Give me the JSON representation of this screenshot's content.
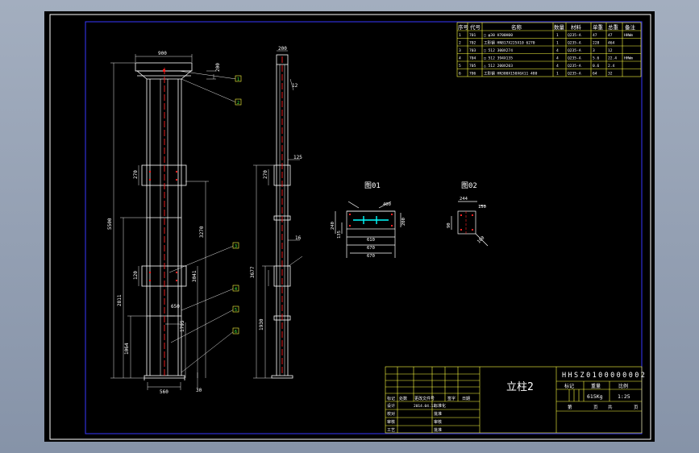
{
  "colors": {
    "bg": "#a3aebf",
    "sheet": "#000000",
    "frame_outer": "#ffffff",
    "frame_inner": "#3838ff",
    "line": "#ffffff",
    "yellow": "#ffff40",
    "cyan": "#00ffff",
    "red": "#ff2020",
    "green": "#40ff40",
    "dim_text": "#ffffff"
  },
  "bom": {
    "headers": [
      "序号",
      "代号",
      "名称",
      "数量",
      "材料",
      "单重",
      "总重",
      "备注"
    ],
    "rows": [
      [
        "1",
        "701",
        "□ φ30 H700H00",
        "1",
        "Q235-A",
        "47",
        "47",
        "HHWm"
      ],
      [
        "2",
        "702",
        "工形钢 HN817X225X10 6270",
        "1",
        "Q235-A",
        "228",
        "464",
        ""
      ],
      [
        "3",
        "703",
        "□ 512 300X274",
        "4",
        "Q235-A",
        "3",
        "12",
        ""
      ],
      [
        "4",
        "704",
        "□ 512 394X135",
        "4",
        "Q235-A",
        "5.6",
        "22.4",
        "HHWm"
      ],
      [
        "5",
        "705",
        "△ 512 200X203",
        "4",
        "Q235-A",
        "0.6",
        "2.4",
        ""
      ],
      [
        "6",
        "706",
        "工形钢 HN300X150X6X11 480",
        "1",
        "Q235-A",
        "64",
        "32",
        ""
      ]
    ]
  },
  "dims": {
    "top_w": "900",
    "cap_h": "200",
    "total_h": "5500",
    "mid_h": "3270",
    "h1": "2811",
    "h2": "1064",
    "d1": "270",
    "d2": "120",
    "d3": "3041",
    "d4": "1795",
    "d5": "650",
    "base_w": "560",
    "base_t": "30",
    "side_top": "200",
    "side_thk": "12",
    "side_h1": "3677",
    "side_h2": "1930",
    "side_w1": "125",
    "side_w2": "16",
    "side_w3": "270"
  },
  "balloons": [
    "1",
    "2",
    "3",
    "4",
    "5",
    "6"
  ],
  "sections": [
    {
      "title": "图01",
      "dims": [
        "610",
        "670",
        "670",
        "240",
        "135",
        "200",
        "400"
      ]
    },
    {
      "title": "图02",
      "dims": [
        "244",
        "150",
        "90",
        "160"
      ]
    }
  ],
  "titleblock": {
    "drawing_no": "HHSZ0100000002",
    "title": "立柱2",
    "labels": {
      "mark": "标记",
      "weight": "重量",
      "scale": "比例"
    },
    "weight": "615Kg",
    "scale": "1:25",
    "page": {
      "sheet": "第",
      "page": "页",
      "total": "共",
      "pages": "页"
    },
    "sign": [
      "标记",
      "处数",
      "更改文件号",
      "签字",
      "日期"
    ],
    "roles": [
      "设计",
      "校对",
      "审核",
      "工艺",
      "标准化",
      "批准"
    ],
    "roles2": [
      "审核",
      "批准"
    ],
    "date": "2014.04.12"
  }
}
